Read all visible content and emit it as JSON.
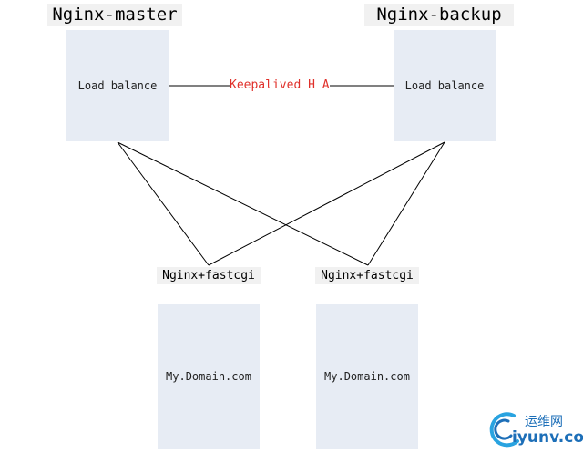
{
  "nodes": {
    "master": {
      "title": "Nginx-master",
      "box_label": "Load balance"
    },
    "backup": {
      "title": "Nginx-backup",
      "box_label": "Load balance"
    },
    "link_label": "Keepalived H A",
    "worker_left": {
      "title": "Nginx+fastcgi",
      "box_label": "My.Domain.com"
    },
    "worker_right": {
      "title": "Nginx+fastcgi",
      "box_label": "My.Domain.com"
    }
  },
  "watermark": {
    "cn": "运维网",
    "site": "iyunv.com",
    "color": "#1d6fb8"
  },
  "colors": {
    "box_fill": "#e7ecf4",
    "link_text": "#e0302a",
    "line": "#000000"
  }
}
